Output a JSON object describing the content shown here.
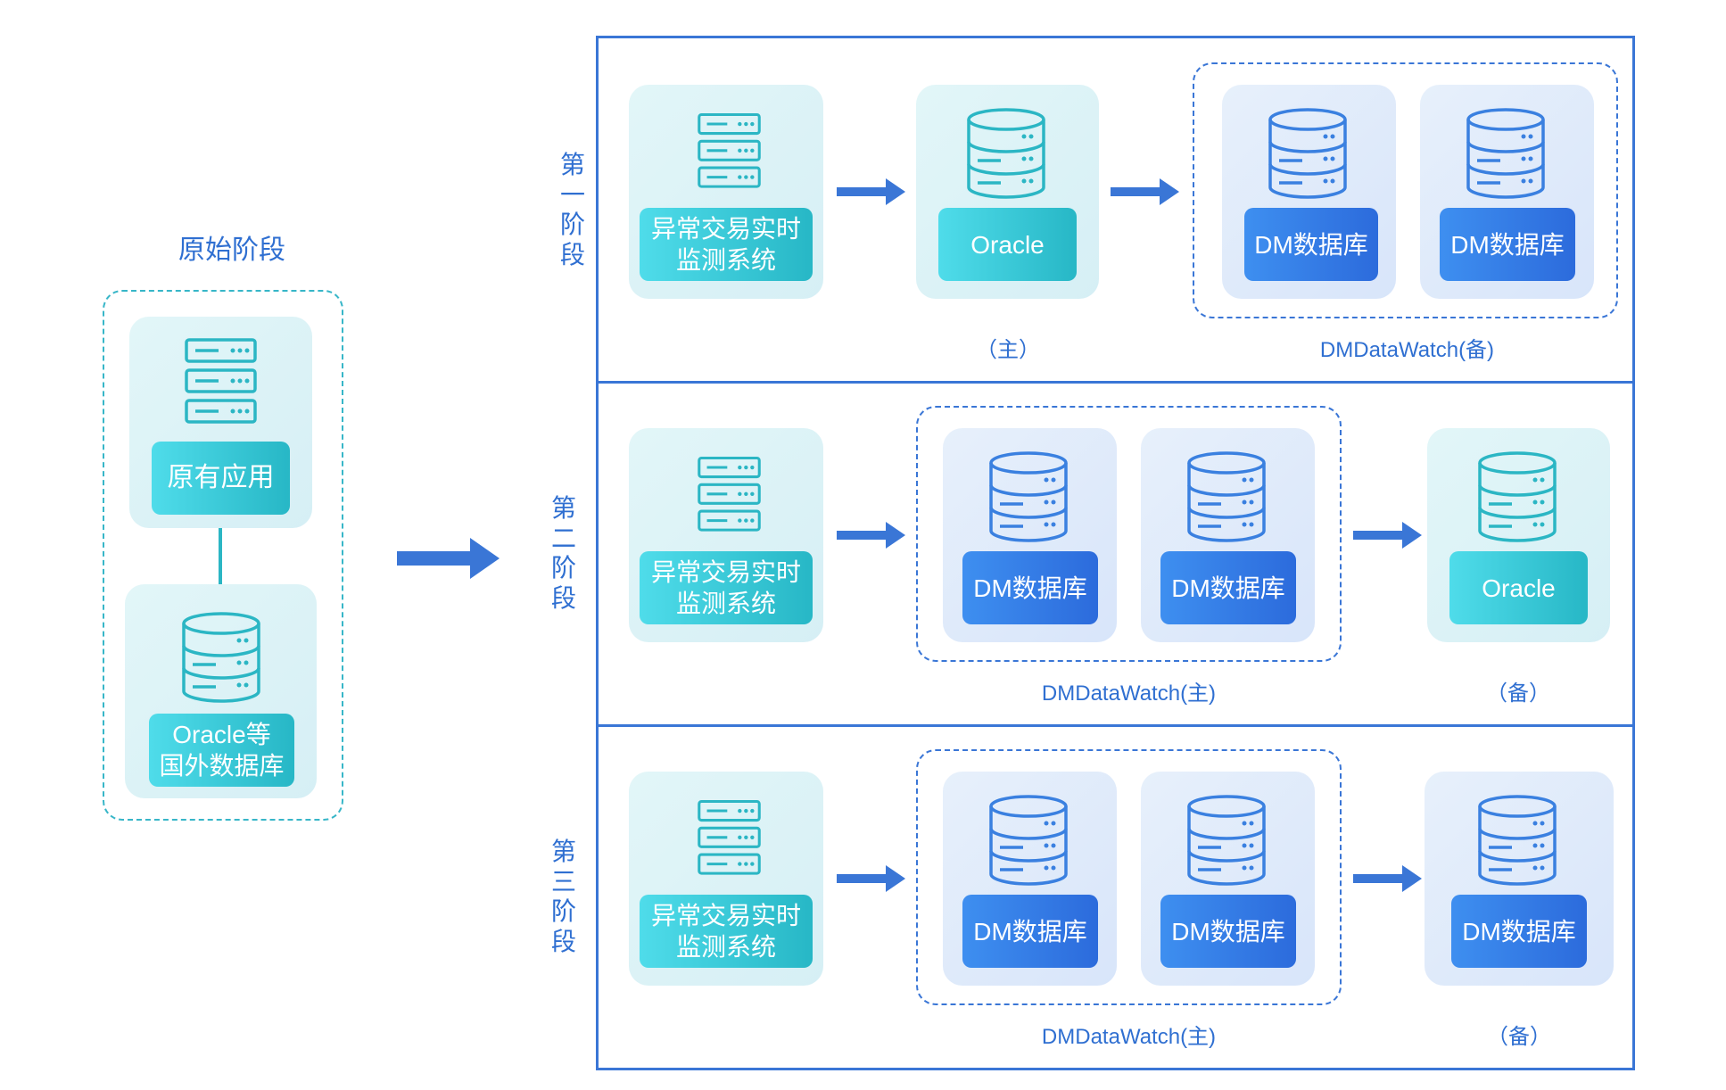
{
  "original_stage": {
    "title": "原始阶段",
    "app_label": "原有应用",
    "db_label_lines": [
      "Oracle等",
      "国外数据库"
    ]
  },
  "stage_1": {
    "label": [
      "第",
      "一",
      "阶",
      "段"
    ],
    "system_label_lines": [
      "异常交易实时",
      "监测系统"
    ],
    "oracle_label": "Oracle",
    "oracle_caption": "（主）",
    "dm_db_1": "DM数据库",
    "dm_db_2": "DM数据库",
    "group_caption": "DMDataWatch(备)"
  },
  "stage_2": {
    "label": [
      "第",
      "二",
      "阶",
      "段"
    ],
    "system_label_lines": [
      "异常交易实时",
      "监测系统"
    ],
    "dm_db_1": "DM数据库",
    "dm_db_2": "DM数据库",
    "group_caption": "DMDataWatch(主)",
    "oracle_label": "Oracle",
    "oracle_caption": "（备）"
  },
  "stage_3": {
    "label": [
      "第",
      "三",
      "阶",
      "段"
    ],
    "system_label_lines": [
      "异常交易实时",
      "监测系统"
    ],
    "dm_db_1": "DM数据库",
    "dm_db_2": "DM数据库",
    "group_caption": "DMDataWatch(主)",
    "dm_db_3": "DM数据库",
    "dm_db_3_caption": "（备）"
  },
  "colors": {
    "accent_blue": "#3a76d6",
    "teal": "#2bb6c4",
    "text_blue": "#2f6fd1"
  },
  "icons": {
    "server": "server-icon",
    "database": "database-icon",
    "arrow": "arrow-right-icon"
  }
}
